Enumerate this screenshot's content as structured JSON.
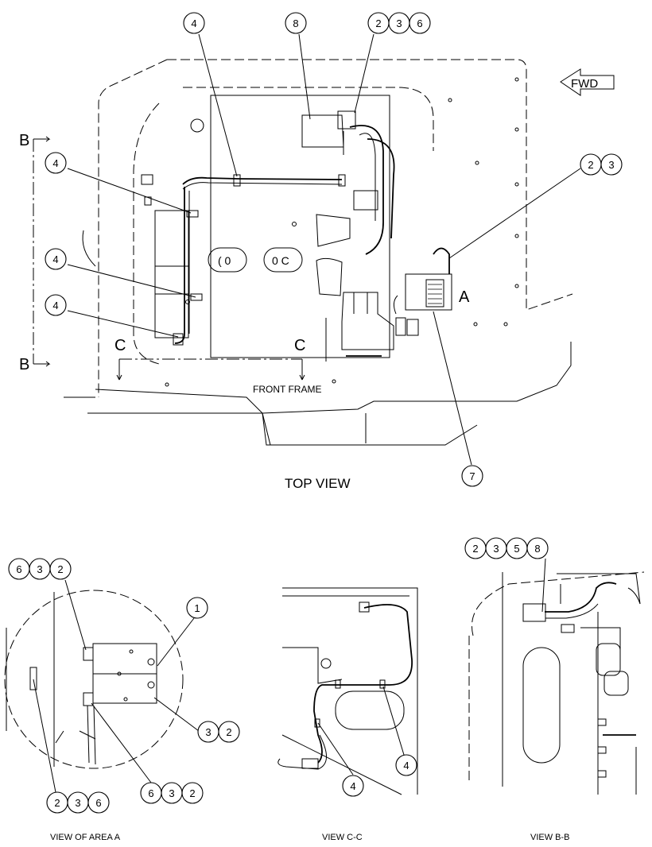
{
  "labels": {
    "fwd": "FWD",
    "front_frame": "FRONT FRAME",
    "top_view": "TOP VIEW",
    "area_marker": "A",
    "section_b_top": "B",
    "section_b_bottom": "B",
    "section_c_left": "C",
    "section_c_right": "C",
    "view_area_a": "VIEW OF AREA  A",
    "view_cc": "VIEW C-C",
    "view_bb": "VIEW B-B"
  },
  "callouts": {
    "top_4_a": [
      "4"
    ],
    "top_8": [
      "8"
    ],
    "top_236": [
      "2",
      "3",
      "6"
    ],
    "top_23": [
      "2",
      "3"
    ],
    "top_4_b": [
      "4"
    ],
    "top_4_c": [
      "4"
    ],
    "top_4_d": [
      "4"
    ],
    "top_7": [
      "7"
    ],
    "a_632_top": [
      "6",
      "3",
      "2"
    ],
    "a_1": [
      "1"
    ],
    "a_32": [
      "3",
      "2"
    ],
    "a_632_bottom": [
      "6",
      "3",
      "2"
    ],
    "a_236": [
      "2",
      "3",
      "6"
    ],
    "cc_4_left": [
      "4"
    ],
    "cc_4_right": [
      "4"
    ],
    "bb_2358": [
      "2",
      "3",
      "5",
      "8"
    ]
  }
}
